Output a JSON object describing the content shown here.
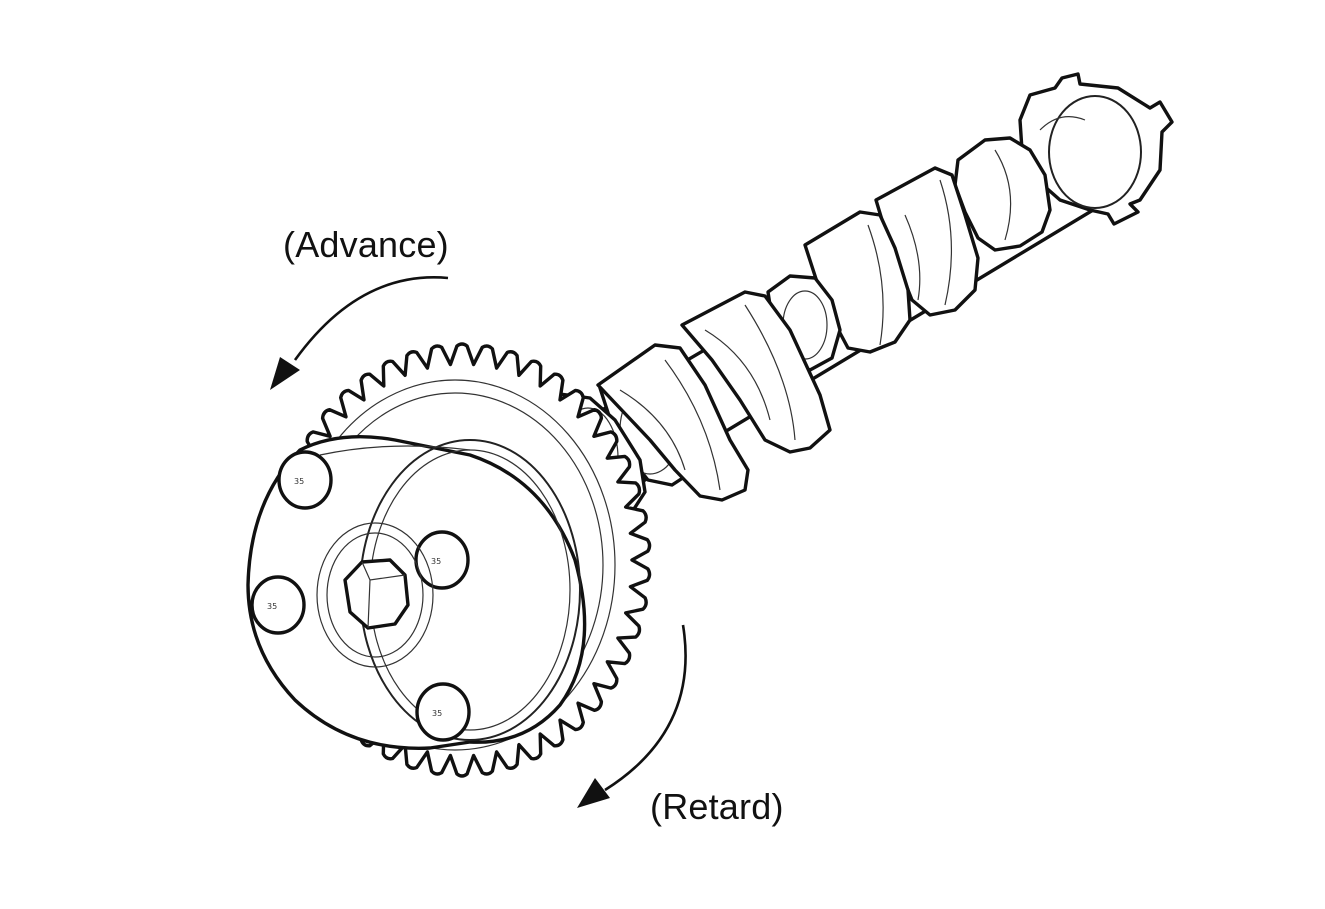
{
  "labels": {
    "advance": "(Advance)",
    "retard": "(Retard)"
  },
  "bolt_marks": [
    "35",
    "35",
    "35",
    "35"
  ],
  "colors": {
    "ink": "#111111",
    "background": "#ffffff"
  }
}
